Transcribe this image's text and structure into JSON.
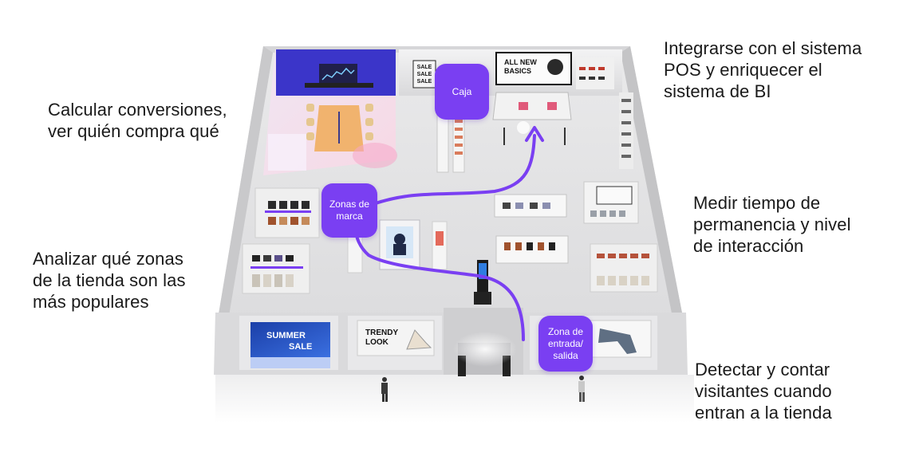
{
  "captions": {
    "pos_bi": [
      "Integrarse con el sistema",
      "POS y enriquecer el",
      "sistema de BI"
    ],
    "conversions": [
      "Calcular conversiones,",
      "ver quién compra qué"
    ],
    "popular_zones": [
      "Analizar qué zonas",
      "de la tienda son las",
      "más populares"
    ],
    "dwell_time": [
      "Medir tiempo de",
      "permanencia y nivel",
      "de interacción"
    ],
    "visitors": [
      "Detectar y contar",
      "visitantes cuando",
      "entran a la tienda"
    ]
  },
  "zones": {
    "caja": [
      "Caja"
    ],
    "brand": [
      "Zonas de",
      "marca"
    ],
    "entrance": [
      "Zona de",
      "entrada/",
      "salida"
    ]
  },
  "signs": {
    "all_new_basics": [
      "ALL NEW",
      "BASICS"
    ],
    "sale": [
      "SALE",
      "SALE",
      "SALE"
    ],
    "summer_sale": [
      "SUMMER",
      "SALE"
    ],
    "trendy_look": [
      "TRENDY",
      "LOOK"
    ]
  },
  "colors": {
    "accent": "#7a3ff2",
    "caption_text": "#1a1a1a"
  }
}
